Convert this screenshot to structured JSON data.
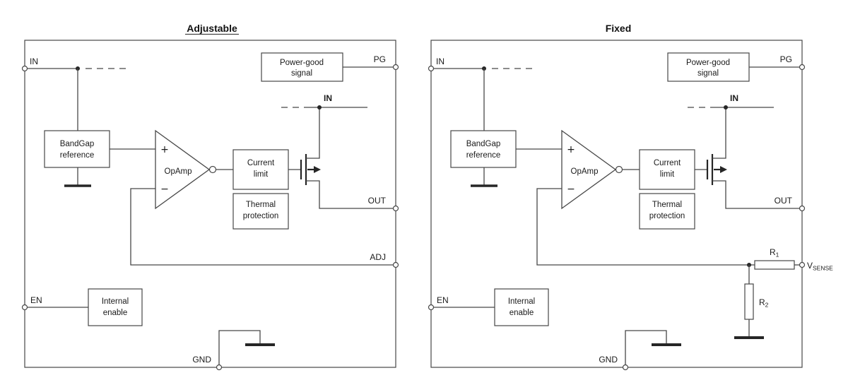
{
  "colors": {
    "stroke": "#474747",
    "text": "#1a1a1a",
    "background": "#ffffff"
  },
  "adjustable": {
    "title": "Adjustable",
    "pins": {
      "in": "IN",
      "in_top": "IN",
      "pg": "PG",
      "out": "OUT",
      "adj": "ADJ",
      "en": "EN",
      "gnd": "GND"
    },
    "blocks": {
      "bandgap": [
        "BandGap",
        "reference"
      ],
      "power_good": [
        "Power-good",
        "signal"
      ],
      "current_limit": [
        "Current",
        "limit"
      ],
      "thermal": [
        "Thermal",
        "protection"
      ],
      "internal_enable": [
        "Internal",
        "enable"
      ],
      "opamp": "OpAmp",
      "opamp_plus": "+",
      "opamp_minus": "−"
    }
  },
  "fixed": {
    "title": "Fixed",
    "pins": {
      "in": "IN",
      "in_top": "IN",
      "pg": "PG",
      "out": "OUT",
      "en": "EN",
      "gnd": "GND",
      "vsense": {
        "main": "V",
        "sub": "SENSE"
      }
    },
    "blocks": {
      "bandgap": [
        "BandGap",
        "reference"
      ],
      "power_good": [
        "Power-good",
        "signal"
      ],
      "current_limit": [
        "Current",
        "limit"
      ],
      "thermal": [
        "Thermal",
        "protection"
      ],
      "internal_enable": [
        "Internal",
        "enable"
      ],
      "opamp": "OpAmp",
      "opamp_plus": "+",
      "opamp_minus": "−"
    },
    "resistors": {
      "r1": {
        "main": "R",
        "sub": "1"
      },
      "r2": {
        "main": "R",
        "sub": "2"
      }
    }
  }
}
